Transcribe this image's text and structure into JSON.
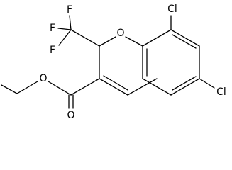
{
  "molecule": {
    "atoms": {
      "f_top": "F",
      "f_upper_left": "F",
      "f_lower_left": "F",
      "ring_oxygen": "O",
      "cl_top": "Cl",
      "cl_right": "Cl",
      "ester_carbonyl_oxygen": "O",
      "ester_ether_oxygen": "O"
    }
  }
}
